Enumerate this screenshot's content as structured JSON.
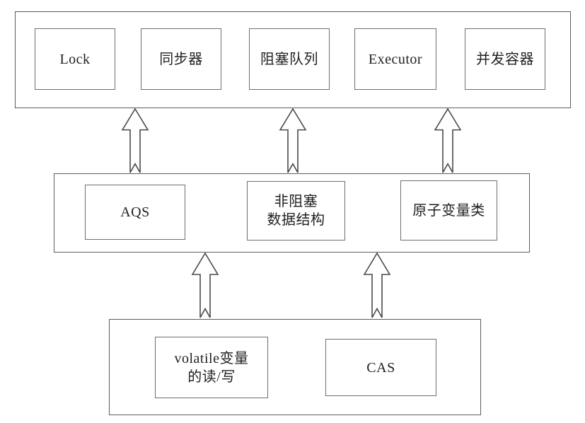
{
  "diagram": {
    "description": "Layered architecture diagram of Java concurrency building blocks",
    "colors": {
      "background": "#ffffff",
      "line": "#5c5c5c",
      "text": "#1f1f1f"
    },
    "layers": {
      "top": {
        "items": [
          {
            "label": "Lock"
          },
          {
            "label": "同步器"
          },
          {
            "label": "阻塞队列"
          },
          {
            "label": "Executor"
          },
          {
            "label": "并发容器"
          }
        ]
      },
      "middle": {
        "items": [
          {
            "label": "AQS"
          },
          {
            "line1": "非阻塞",
            "line2": "数据结构"
          },
          {
            "label": "原子变量类"
          }
        ]
      },
      "bottom": {
        "items": [
          {
            "line1": "volatile变量",
            "line2": "的读/写"
          },
          {
            "label": "CAS"
          }
        ]
      }
    },
    "arrows": {
      "icon": "up-block-arrow",
      "direction": "up",
      "middle_to_top_count": 3,
      "bottom_to_middle_count": 2
    }
  }
}
